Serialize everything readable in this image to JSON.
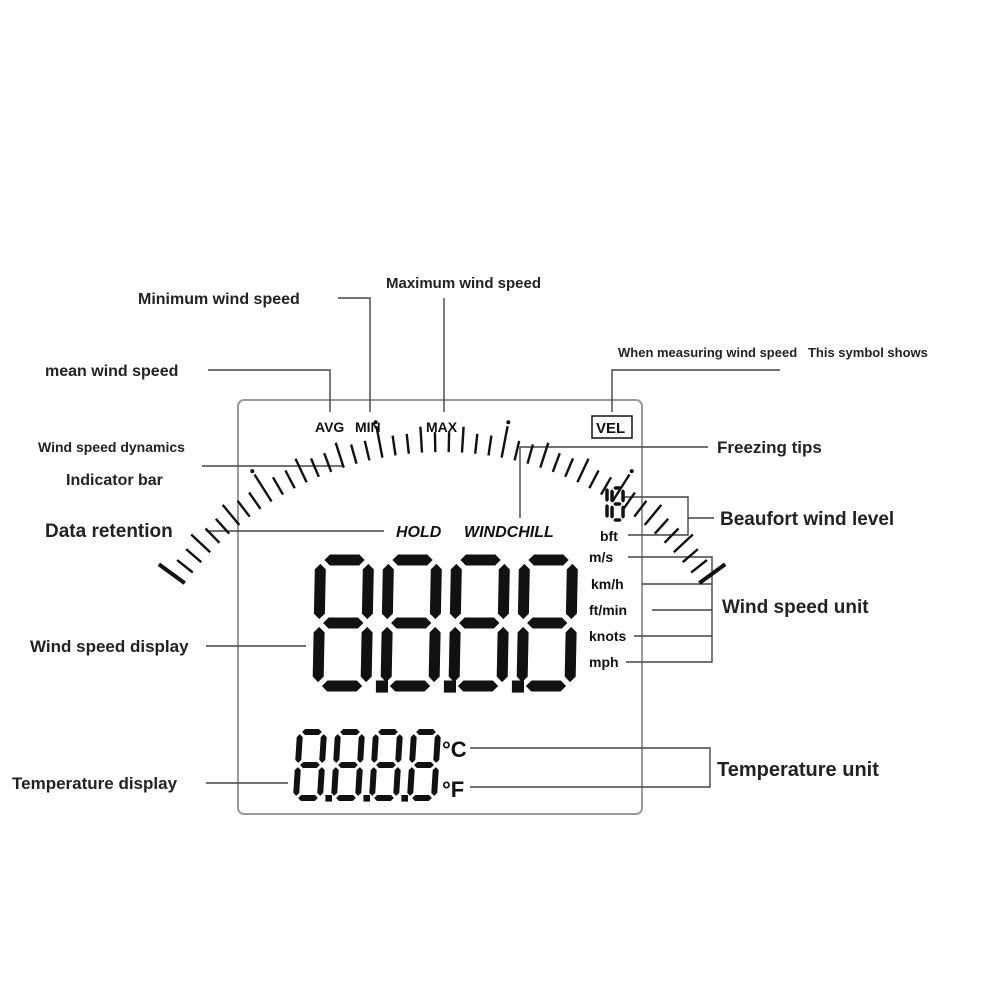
{
  "callouts": {
    "max_speed": "Maximum wind speed",
    "min_speed": "Minimum wind speed",
    "mean_speed": "mean wind speed",
    "vel_note": "When measuring wind speed   This symbol shows",
    "dynamics_line1": "Wind speed dynamics",
    "dynamics_line2": "Indicator bar",
    "freezing": "Freezing tips",
    "data_retention": "Data retention",
    "beaufort": "Beaufort wind level",
    "speed_unit": "Wind speed unit",
    "speed_display": "Wind speed display",
    "temp_display": "Temperature display",
    "temp_unit": "Temperature unit"
  },
  "lcd": {
    "avg": "AVG",
    "min": "MIN",
    "max": "MAX",
    "vel": "VEL",
    "hold": "HOLD",
    "windchill": "WINDCHILL",
    "beaufort_digits": "18",
    "bft": "bft",
    "units": [
      "m/s",
      "km/h",
      "ft/min",
      "knots",
      "mph"
    ],
    "celsius": "°C",
    "fahrenheit": "°F",
    "speed_digits": "8.8.8.8",
    "temp_digits": "8.8.8.8"
  },
  "colors": {
    "ink": "#111111",
    "line": "#444444",
    "panel_border": "#9a9a9a"
  }
}
